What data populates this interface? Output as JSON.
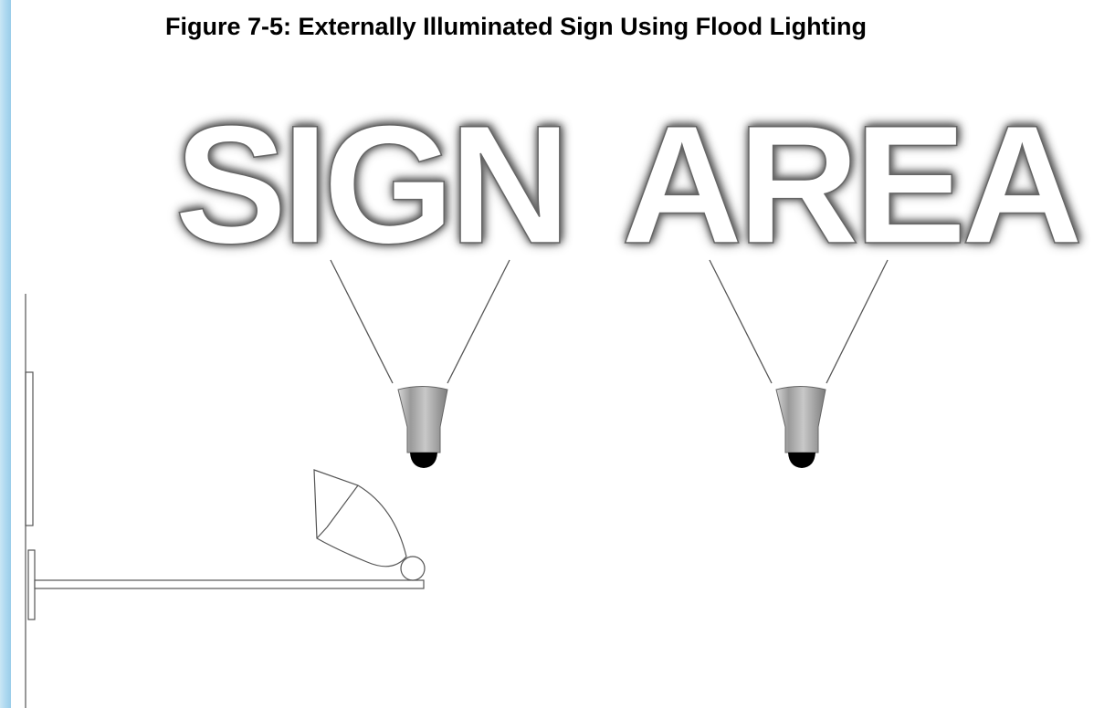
{
  "figure": {
    "title": "Figure 7-5: Externally Illuminated Sign Using Flood Lighting"
  },
  "sign": {
    "word_one": "SIGN",
    "word_two": "AREA"
  },
  "colors": {
    "background": "#ffffff",
    "line": "#555555",
    "left_band": "#a9d6ef",
    "bulb_cap": "#000000"
  },
  "icons": {
    "spotlight": "spotlight-icon",
    "flood_lamp": "flood-lamp-icon"
  }
}
